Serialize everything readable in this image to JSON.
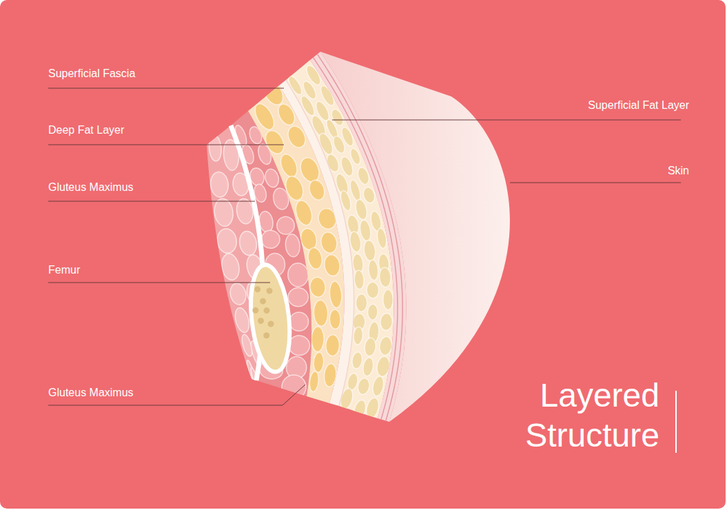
{
  "diagram": {
    "title": "Layered Structure",
    "labels": [
      "Superficial Fascia",
      "Deep Fat Layer",
      "Gluteus Maximus",
      "Femur",
      "Gluteus Maximus",
      "Superficial Fat Layer",
      "Skin"
    ]
  }
}
